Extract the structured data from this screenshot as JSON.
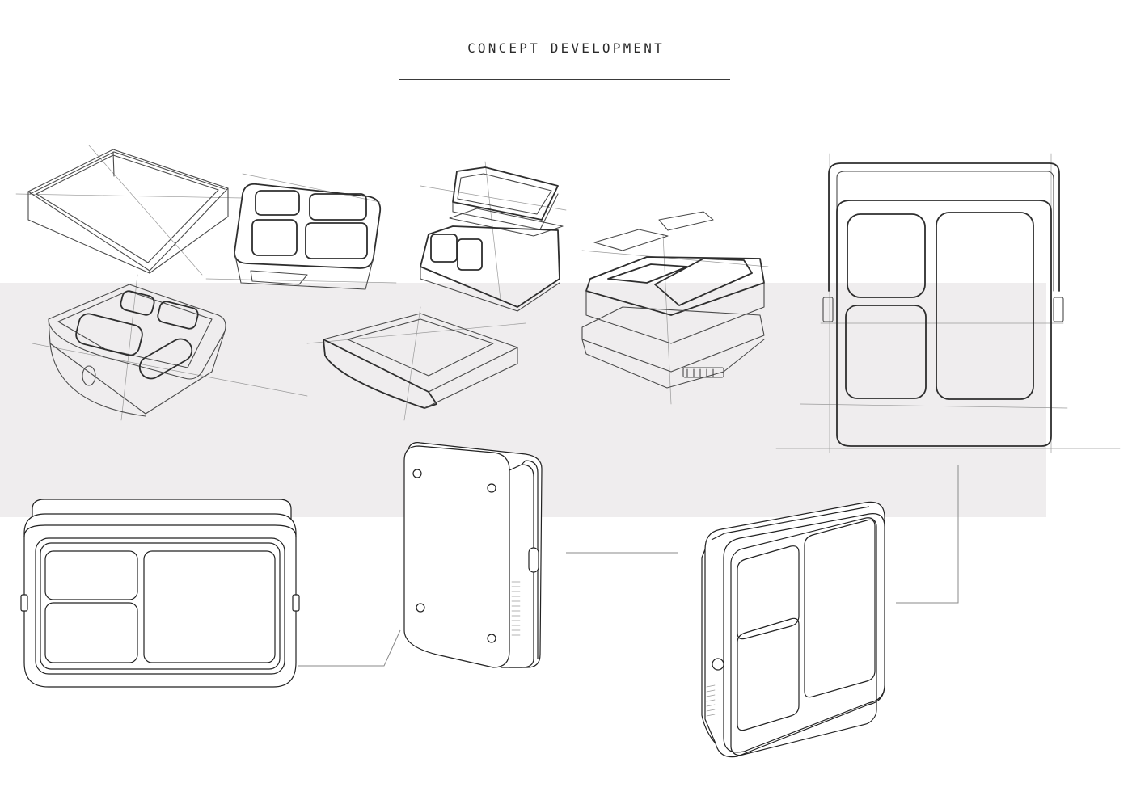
{
  "header": {
    "title": "CONCEPT DEVELOPMENT"
  },
  "sketches": [
    {
      "icon": "open-tray-sketch"
    },
    {
      "icon": "four-compartment-box-sketch"
    },
    {
      "icon": "stacked-containers-sketch"
    },
    {
      "icon": "exploded-layers-sketch"
    },
    {
      "icon": "front-view-handle-sketch"
    },
    {
      "icon": "compartment-tray-with-latch-sketch"
    },
    {
      "icon": "slim-base-sketch"
    }
  ],
  "renders": [
    {
      "icon": "front-view-lunchbox-render"
    },
    {
      "icon": "back-view-lunchbox-render"
    },
    {
      "icon": "perspective-lunchbox-render"
    }
  ],
  "colors": {
    "background": "#ffffff",
    "band": "#efedee",
    "ink": "#2e2e2e"
  }
}
